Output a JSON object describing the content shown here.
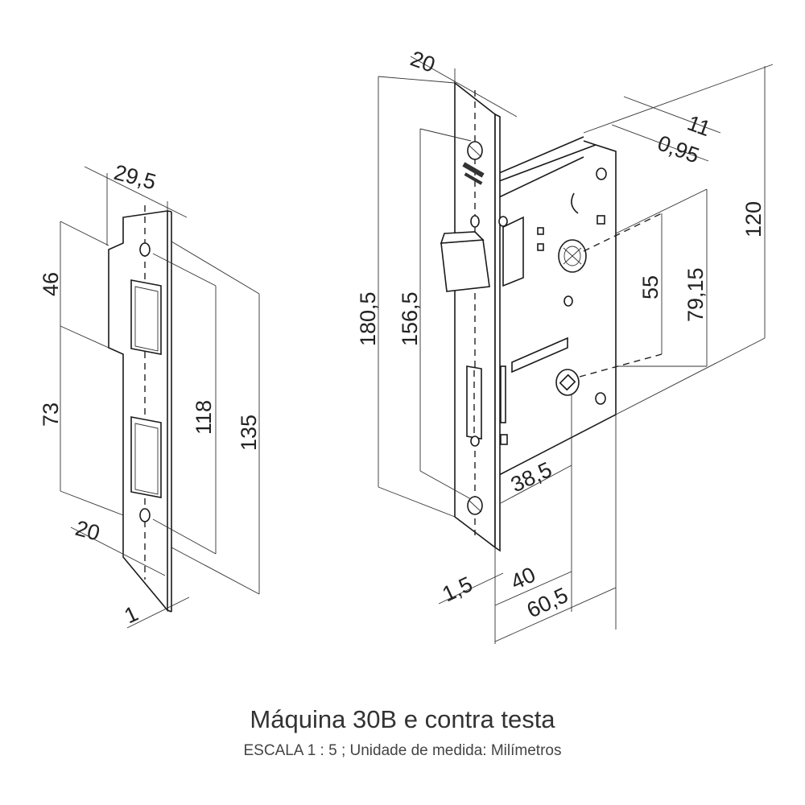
{
  "caption": {
    "title": "Máquina 30B e contra testa",
    "subtitle": "ESCALA 1 : 5 ; Unidade de medida: Milímetros"
  },
  "strike_plate": {
    "dimensions": {
      "width": "29,5",
      "upper_height": "46",
      "lower_height": "73",
      "hole_spacing": "118",
      "total_height": "135",
      "lip_width": "20",
      "thickness": "1"
    }
  },
  "lock_body": {
    "dimensions": {
      "faceplate_width": "20",
      "case_depth": "11",
      "case_sheet": "0,95",
      "case_height": "120",
      "faceplate_height": "180,5",
      "screw_spacing": "156,5",
      "follower_to_cylinder": "55",
      "top_to_cylinder": "79,15",
      "cylinder_offset": "38,5",
      "faceplate_thickness": "1,5",
      "backset": "40",
      "total_depth": "60,5"
    }
  }
}
